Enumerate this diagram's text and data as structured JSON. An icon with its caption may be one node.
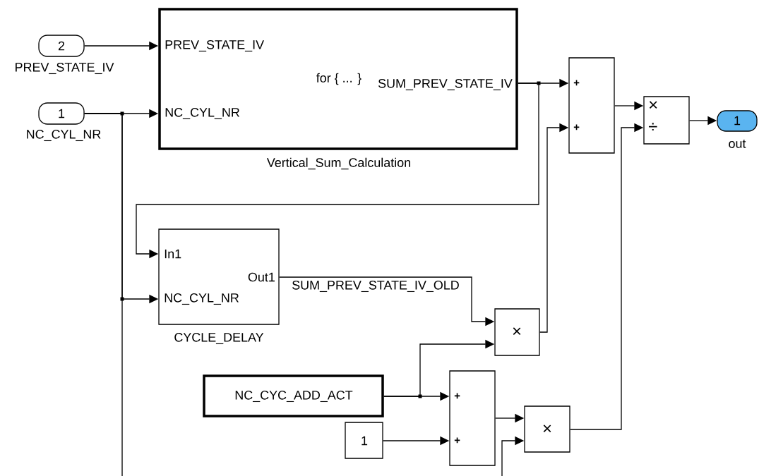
{
  "diagram": {
    "nodes": [
      {
        "text": [
          "2"
        ],
        "beside": [
          "PREV_STATE_IV"
        ]
      },
      {
        "text": [
          "1"
        ],
        "beside": [
          "NC_CYL_NR"
        ]
      },
      {
        "text": [
          "PREV_STATE_IV",
          "NC_CYL_NR",
          "for { ... }",
          "SUM_PREV_STATE_IV"
        ],
        "beside": [
          "Vertical_Sum_Calculation"
        ]
      },
      {
        "text": [
          "+",
          "+"
        ]
      },
      {
        "text": [
          "×",
          "÷"
        ]
      },
      {
        "text": [
          "1"
        ],
        "beside": [
          "out"
        ]
      },
      {
        "text": [
          "In1",
          "NC_CYL_NR",
          "Out1"
        ],
        "beside": [
          "CYCLE_DELAY"
        ]
      },
      {
        "text": [
          "×"
        ]
      },
      {
        "text": [
          "NC_CYC_ADD_ACT"
        ]
      },
      {
        "text": [
          "+",
          "+"
        ]
      },
      {
        "text": [
          "1"
        ]
      },
      {
        "text": [
          "×"
        ]
      }
    ],
    "edges": [
      {
        "from": 0,
        "to": 2,
        "arrow": "to"
      },
      {
        "from": 1,
        "to": 2,
        "arrow": "to"
      },
      {
        "from": 1,
        "to": 6,
        "arrow": "to"
      },
      {
        "from": 1,
        "to": null,
        "arrow": "none"
      },
      {
        "from": 2,
        "to": 3,
        "arrow": "to"
      },
      {
        "from": 2,
        "to": 6,
        "arrow": "to"
      },
      {
        "from": 3,
        "to": 4,
        "arrow": "to"
      },
      {
        "from": 7,
        "to": 3,
        "arrow": "to"
      },
      {
        "from": 4,
        "to": 5,
        "arrow": "to"
      },
      {
        "from": 6,
        "to": 7,
        "arrow": "to",
        "label": "SUM_PREV_STATE_IV_OLD"
      },
      {
        "from": 8,
        "to": 7,
        "arrow": "to"
      },
      {
        "from": 8,
        "to": 9,
        "arrow": "to"
      },
      {
        "from": 10,
        "to": 9,
        "arrow": "to"
      },
      {
        "from": 9,
        "to": 11,
        "arrow": "to"
      },
      {
        "from": 11,
        "to": 4,
        "arrow": "to"
      },
      {
        "from": null,
        "to": 11,
        "arrow": "to"
      }
    ]
  }
}
